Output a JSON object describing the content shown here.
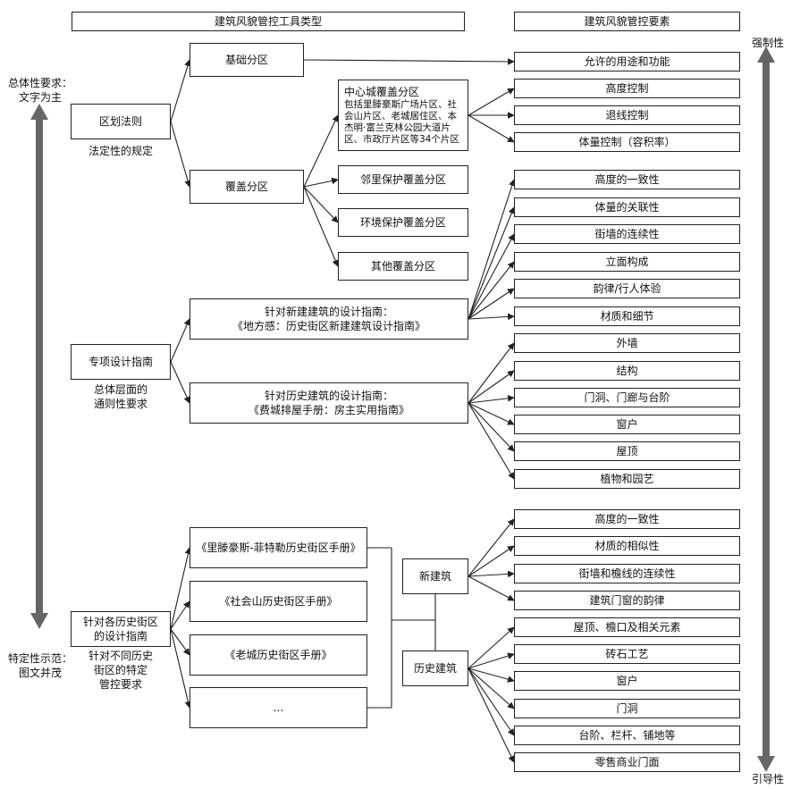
{
  "headers": {
    "tool_types": "建筑风貌管控工具类型",
    "elements": "建筑风貌管控要素"
  },
  "left_axis": {
    "top_text": "总体性要求：\n文字为主",
    "bottom_text": "特定性示范：\n图文并茂"
  },
  "right_axis": {
    "top_text": "强制性",
    "bottom_text": "引导性"
  },
  "tools": {
    "zoning": "区划法则",
    "zoning_note": "法定性的规定",
    "design_guide": "专项设计指南",
    "design_guide_note": "总体层面的\n通则性要求",
    "district_guide": "针对各历史街区\n的设计指南",
    "district_guide_note": "针对不同历史\n街区的特定\n管控要求"
  },
  "zoning_branches": {
    "base": "基础分区",
    "overlay": "覆盖分区"
  },
  "overlay_branches": {
    "center_title": "中心城覆盖分区",
    "center_detail": "包括里滕豪斯广场片区、社\n会山片区、老城居住区、本\n杰明·富兰克林公园大道片\n区、市政厅片区等34个片区",
    "neighborhood": "邻里保护覆盖分区",
    "environment": "环境保护覆盖分区",
    "other": "其他覆盖分区"
  },
  "guides": {
    "new": "针对新建建筑的设计指南：\n《地方感：历史街区新建建筑设计指南》",
    "historic": "针对历史建筑的设计指南：\n《费城排屋手册：房主实用指南》"
  },
  "manuals": {
    "m1": "《里滕豪斯-菲特勒历史街区手册》",
    "m2": "《社会山历史街区手册》",
    "m3": "《老城历史街区手册》",
    "m4": "…"
  },
  "building_types": {
    "new": "新建筑",
    "historic": "历史建筑"
  },
  "elements": [
    "允许的用途和功能",
    "高度控制",
    "退线控制",
    "体量控制（容积率）",
    "高度的一致性",
    "体量的关联性",
    "街墙的连续性",
    "立面构成",
    "韵律/行人体验",
    "材质和细节",
    "外墙",
    "结构",
    "门洞、门廊与台阶",
    "窗户",
    "屋顶",
    "植物和园艺",
    "高度的一致性",
    "材质的相似性",
    "街墙和檐线的连续性",
    "建筑门窗的韵律",
    "屋顶、檐口及相关元素",
    "砖石工艺",
    "窗户",
    "门洞",
    "台阶、栏杆、铺地等",
    "零售商业门面"
  ],
  "colors": {
    "axis_arrow": "#666666",
    "lines": "#222222"
  }
}
